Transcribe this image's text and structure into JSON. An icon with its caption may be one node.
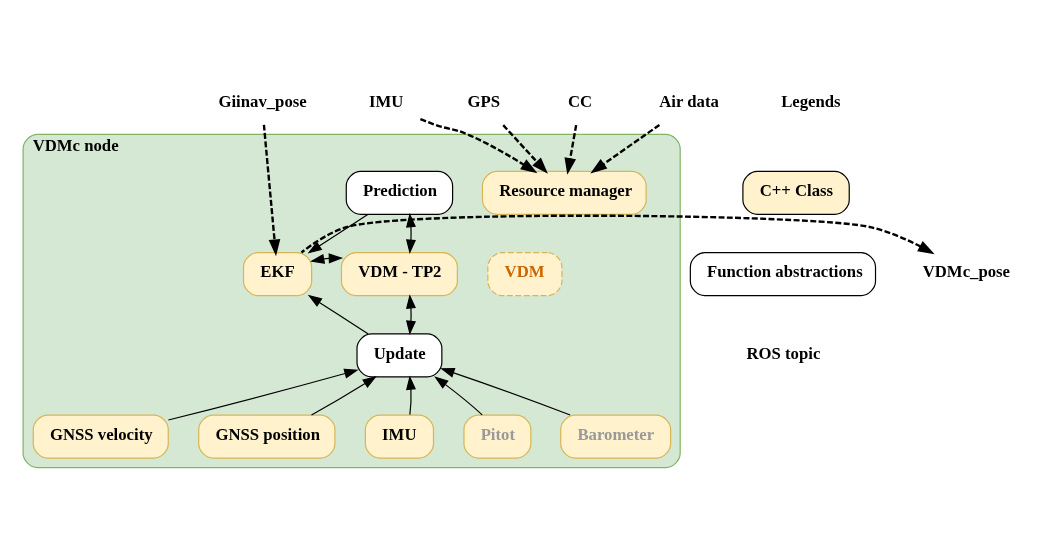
{
  "diagram": {
    "nodes": [
      {
        "text": [
          "VDMc node"
        ]
      },
      {
        "text": [
          "Prediction"
        ],
        "in": 0
      },
      {
        "text": [
          "Resource manager"
        ],
        "in": 0
      },
      {
        "text": [
          "EKF"
        ],
        "in": 0
      },
      {
        "text": [
          "VDM - TP2"
        ],
        "in": 0
      },
      {
        "text": [
          "VDM"
        ],
        "in": 0
      },
      {
        "text": [
          "Update"
        ],
        "in": 0
      },
      {
        "text": [
          "GNSS velocity"
        ],
        "in": 0
      },
      {
        "text": [
          "GNSS position"
        ],
        "in": 0
      },
      {
        "text": [
          "IMU"
        ],
        "in": 0
      },
      {
        "text": [
          "Pitot"
        ],
        "in": 0
      },
      {
        "text": [
          "Barometer"
        ],
        "in": 0
      },
      {
        "text": [
          "Giinav_pose"
        ]
      },
      {
        "text": [
          "VDMc_pose"
        ]
      },
      {
        "text": [
          "IMU"
        ]
      },
      {
        "text": [
          "GPS"
        ]
      },
      {
        "text": [
          "CC"
        ]
      },
      {
        "text": [
          "Air data"
        ]
      }
    ],
    "edges": [
      {
        "from": 12,
        "to": 3,
        "arrow": "to",
        "style": "dashed"
      },
      {
        "from": 3,
        "to": 13,
        "arrow": "to",
        "style": "dashed"
      },
      {
        "from": 14,
        "to": 2,
        "arrow": "to",
        "style": "dashed"
      },
      {
        "from": 15,
        "to": 2,
        "arrow": "to",
        "style": "dashed"
      },
      {
        "from": 16,
        "to": 2,
        "arrow": "to",
        "style": "dashed"
      },
      {
        "from": 17,
        "to": 2,
        "arrow": "to",
        "style": "dashed"
      },
      {
        "from": 1,
        "to": 3,
        "arrow": "to"
      },
      {
        "from": 1,
        "to": 4,
        "arrow": "both"
      },
      {
        "from": 3,
        "to": 4,
        "arrow": "both"
      },
      {
        "from": 4,
        "to": 6,
        "arrow": "both"
      },
      {
        "from": 6,
        "to": 3,
        "arrow": "to"
      },
      {
        "from": 7,
        "to": 6,
        "arrow": "to"
      },
      {
        "from": 8,
        "to": 6,
        "arrow": "to"
      },
      {
        "from": 9,
        "to": 6,
        "arrow": "to"
      },
      {
        "from": 10,
        "to": 6,
        "arrow": "to"
      },
      {
        "from": 11,
        "to": 6,
        "arrow": "to"
      }
    ],
    "labels": [
      "Legends"
    ],
    "legend": [
      {
        "text": "C++ Class",
        "color": "#fff2cc"
      },
      {
        "text": "Function abstractions",
        "color": "#ffffff"
      },
      {
        "text": "ROS topic"
      }
    ]
  }
}
